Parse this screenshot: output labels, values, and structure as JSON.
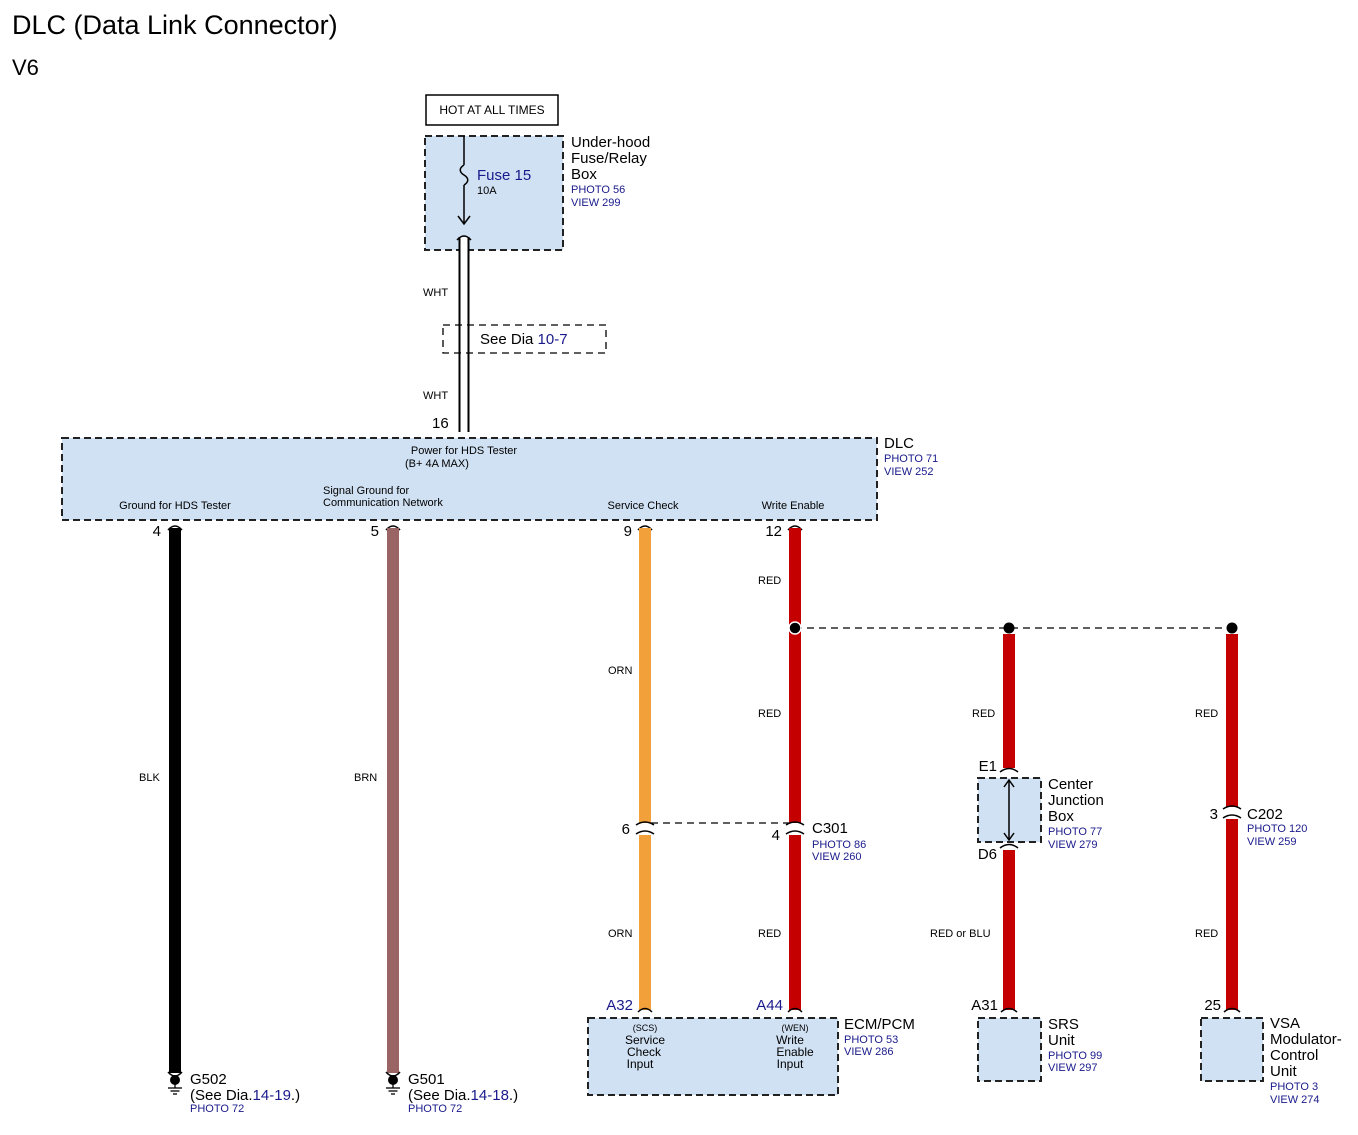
{
  "title": "DLC (Data Link Connector)",
  "subtitle": "V6",
  "hot_label": "HOT AT ALL TIMES",
  "fuse_box": {
    "fuse": "Fuse 15",
    "rating": "10A",
    "name_l1": "Under-hood",
    "name_l2": "Fuse/Relay",
    "name_l3": "Box",
    "photo": "PHOTO 56",
    "view": "VIEW 299"
  },
  "see_dia": {
    "prefix": "See Dia ",
    "ref": "10-7"
  },
  "dlc": {
    "name": "DLC",
    "photo": "PHOTO 71",
    "view": "VIEW 252",
    "power_l1": "Power for HDS Tester",
    "power_l2": "(B+ 4A MAX)",
    "power_pin": "16",
    "ground_label": "Ground for HDS Tester",
    "signal_l1": "Signal Ground for",
    "signal_l2": "Communication Network",
    "service_label": "Service Check",
    "write_label": "Write Enable",
    "pins": [
      "4",
      "5",
      "9",
      "12"
    ]
  },
  "wires": {
    "wht": "WHT",
    "blk": "BLK",
    "brn": "BRN",
    "orn": "ORN",
    "red": "RED",
    "red_or_blu": "RED or BLU"
  },
  "grounds": [
    {
      "name": "G502",
      "see": "(See ",
      "dia": "Dia.",
      "ref": "14-19",
      "close": ".)",
      "photo": "PHOTO 72"
    },
    {
      "name": "G501",
      "see": "(See ",
      "dia": "Dia.",
      "ref": "14-18",
      "close": ".)",
      "photo": "PHOTO 72"
    }
  ],
  "c301": {
    "name": "C301",
    "photo": "PHOTO 86",
    "view": "VIEW 260",
    "pin_left": "6",
    "pin_right": "4"
  },
  "cjb": {
    "name_l1": "Center",
    "name_l2": "Junction",
    "name_l3": "Box",
    "photo": "PHOTO 77",
    "view": "VIEW 279",
    "pin_top": "E1",
    "pin_bottom": "D6"
  },
  "c202": {
    "name": "C202",
    "photo": "PHOTO 120",
    "view": "VIEW 259",
    "pin": "3"
  },
  "ecm": {
    "name": "ECM/PCM",
    "photo": "PHOTO 53",
    "view": "VIEW 286",
    "pin_scs": "A32",
    "pin_wen": "A44",
    "scs_l1": "(SCS)",
    "scs_l2": "Service",
    "scs_l3": "Check",
    "scs_l4": "Input",
    "wen_l1": "(WEN)",
    "wen_l2": "Write",
    "wen_l3": "Enable",
    "wen_l4": "Input"
  },
  "srs": {
    "name_l1": "SRS",
    "name_l2": "Unit",
    "photo": "PHOTO 99",
    "view": "VIEW 297",
    "pin": "A31"
  },
  "vsa": {
    "name_l1": "VSA",
    "name_l2": "Modulator-",
    "name_l3": "Control",
    "name_l4": "Unit",
    "photo": "PHOTO 3",
    "view": "VIEW 274",
    "pin": "25"
  },
  "colors": {
    "box_fill": "#d0e1f3",
    "red_wire": "#c40000",
    "orange_wire": "#f2a03a",
    "brown_wire": "#9b6464",
    "black_wire": "#000000",
    "link_text": "#1a1a8c"
  }
}
